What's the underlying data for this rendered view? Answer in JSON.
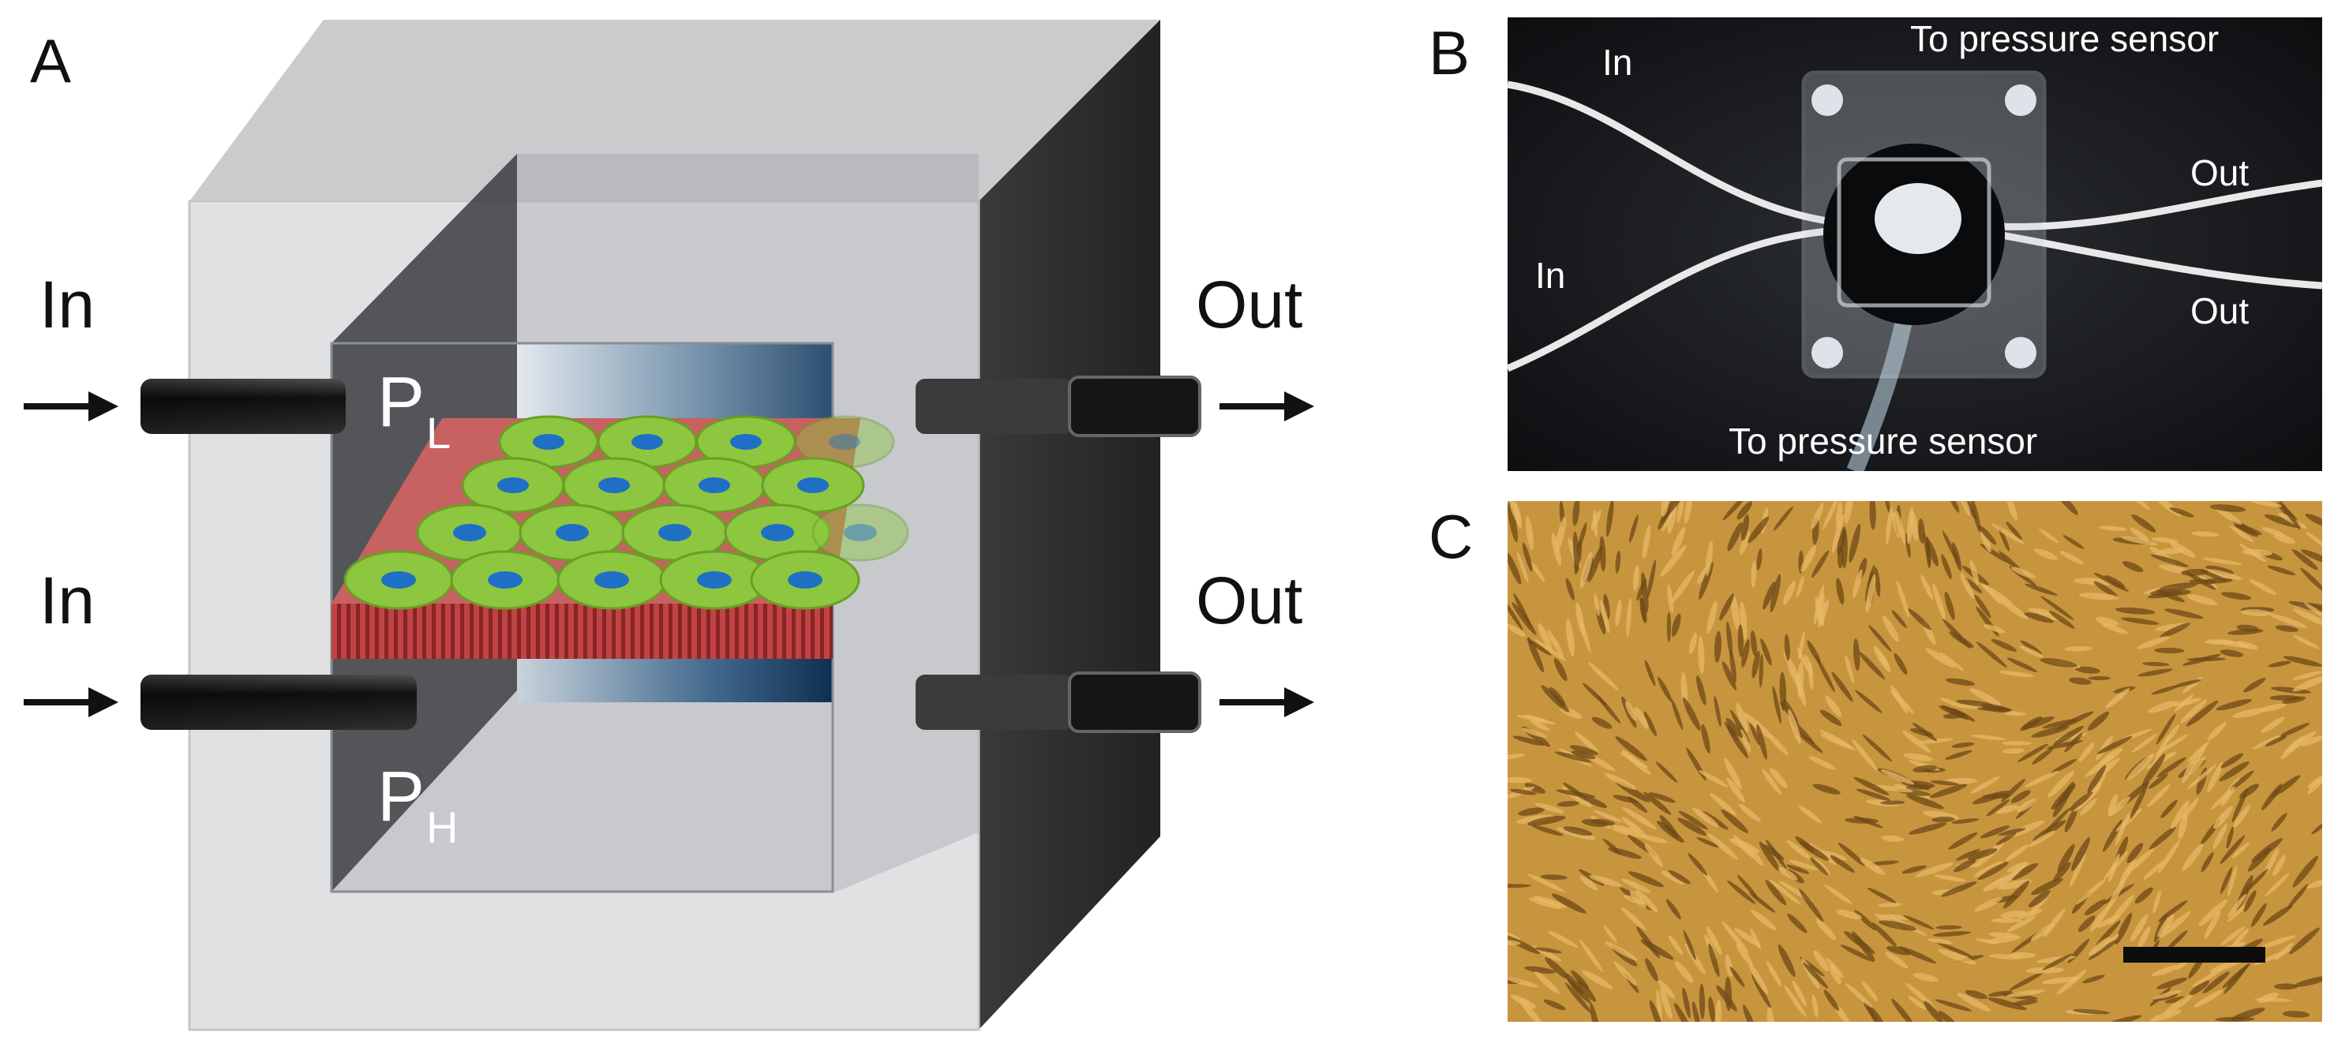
{
  "panels": {
    "a": {
      "letter": "A",
      "inlet_top": "In",
      "inlet_bottom": "In",
      "outlet_top": "Out",
      "outlet_bottom": "Out",
      "pressure_low": {
        "main": "P",
        "sub": "L"
      },
      "pressure_high": {
        "main": "P",
        "sub": "H"
      }
    },
    "b": {
      "letter": "B",
      "in_upper": "In",
      "in_lower": "In",
      "out_upper": "Out",
      "out_lower": "Out",
      "sensor_top": "To pressure sensor",
      "sensor_bottom": "To pressure sensor"
    },
    "c": {
      "letter": "C"
    }
  },
  "colors": {
    "cell_green": "#8dc63f",
    "cell_nucleus": "#1f6fc4",
    "membrane_red": "#b8393a",
    "chamber_dark": "#2b2b2b",
    "culture_amber": "#c8953f"
  }
}
